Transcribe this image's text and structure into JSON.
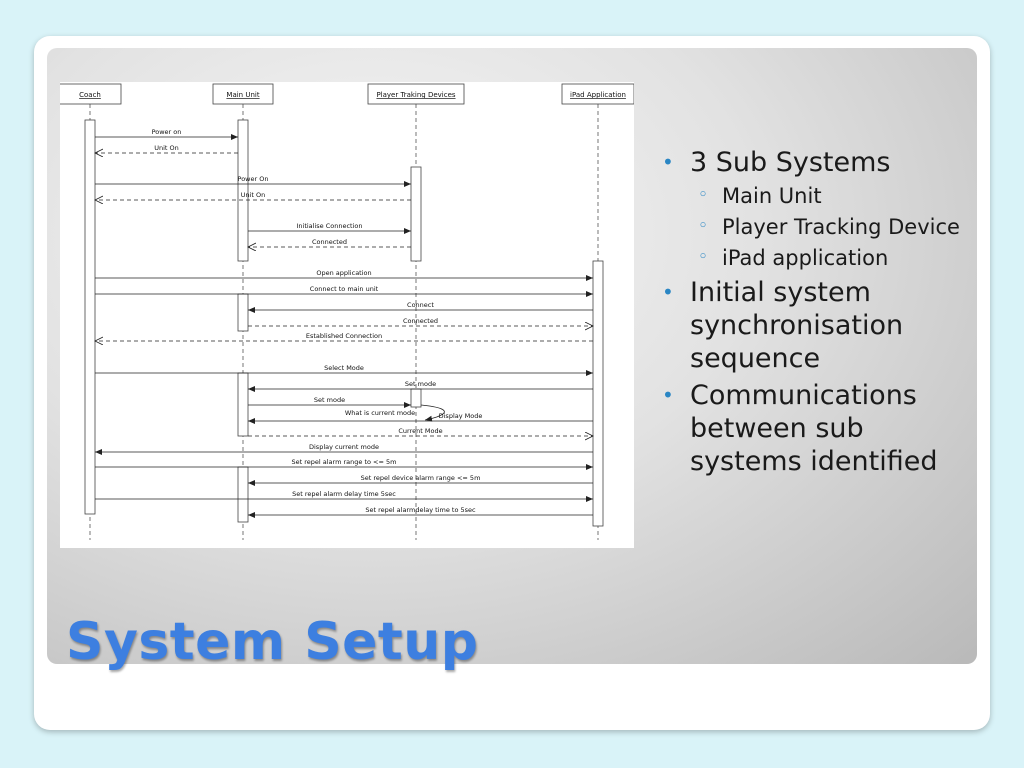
{
  "slide": {
    "title": "System Setup",
    "bullets": [
      {
        "text": "3 Sub Systems",
        "sub": [
          "Main Unit",
          "Player Tracking Device",
          "iPad application"
        ]
      },
      {
        "text": "Initial system synchronisation sequence",
        "sub": []
      },
      {
        "text": "Communications between sub systems identified",
        "sub": []
      }
    ]
  },
  "diagram": {
    "lifelines": [
      "Coach",
      "Main Unit",
      "Player Traking Devices",
      "iPad Application"
    ],
    "messages": [
      {
        "label": "Power on",
        "from": 0,
        "to": 1,
        "style": "solid"
      },
      {
        "label": "Unit On",
        "from": 1,
        "to": 0,
        "style": "dashed"
      },
      {
        "label": "Power On",
        "from": 0,
        "to": 2,
        "style": "solid"
      },
      {
        "label": "Unit On",
        "from": 2,
        "to": 0,
        "style": "dashed"
      },
      {
        "label": "Initialise Connection",
        "from": 1,
        "to": 2,
        "style": "solid"
      },
      {
        "label": "Connected",
        "from": 2,
        "to": 1,
        "style": "dashed"
      },
      {
        "label": "Open application",
        "from": 0,
        "to": 3,
        "style": "solid"
      },
      {
        "label": "Connect to main unit",
        "from": 0,
        "to": 3,
        "style": "solid"
      },
      {
        "label": "Connect",
        "from": 3,
        "to": 1,
        "style": "solid"
      },
      {
        "label": "Connected",
        "from": 1,
        "to": 3,
        "style": "dashed"
      },
      {
        "label": "Established Connection",
        "from": 3,
        "to": 0,
        "style": "dashed"
      },
      {
        "label": "Select Mode",
        "from": 0,
        "to": 3,
        "style": "solid"
      },
      {
        "label": "Set mode",
        "from": 3,
        "to": 1,
        "style": "solid"
      },
      {
        "label": "Set mode",
        "from": 1,
        "to": 2,
        "style": "solid"
      },
      {
        "label": "What is current mode",
        "from": 2,
        "to": 2,
        "style": "self"
      },
      {
        "label": "Display Mode",
        "from": 3,
        "to": 1,
        "style": "solid"
      },
      {
        "label": "Current Mode",
        "from": 1,
        "to": 3,
        "style": "dashed"
      },
      {
        "label": "Display current mode",
        "from": 3,
        "to": 0,
        "style": "solid"
      },
      {
        "label": "Set repel alarm range to <= 5m",
        "from": 0,
        "to": 3,
        "style": "solid"
      },
      {
        "label": "Set repel device alarm range <= 5m",
        "from": 3,
        "to": 1,
        "style": "solid"
      },
      {
        "label": "Set repel alarm delay time 5sec",
        "from": 0,
        "to": 3,
        "style": "solid"
      },
      {
        "label": "Set repel alarmdelay time to 5sec",
        "from": 3,
        "to": 1,
        "style": "solid"
      }
    ]
  }
}
